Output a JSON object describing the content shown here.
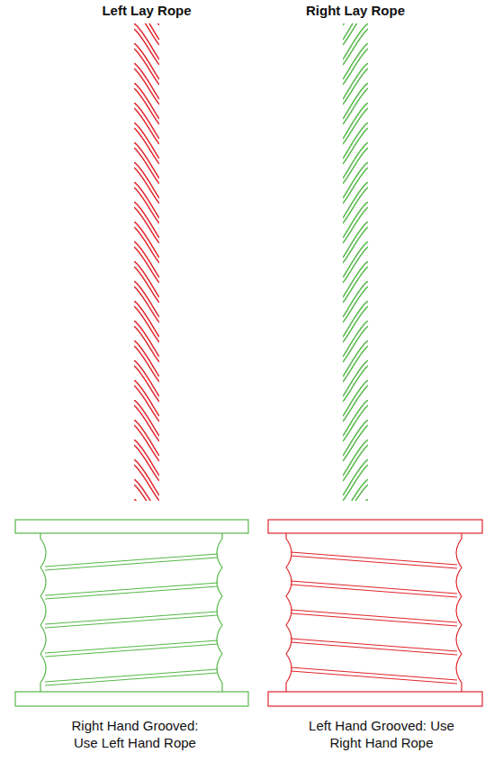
{
  "diagram": {
    "labels": [
      "Left Lay Rope",
      "Right Lay Rope",
      "Right Hand Grooved: Use Left Hand Rope",
      "Left Hand Grooved: Use Right Hand Rope"
    ]
  }
}
